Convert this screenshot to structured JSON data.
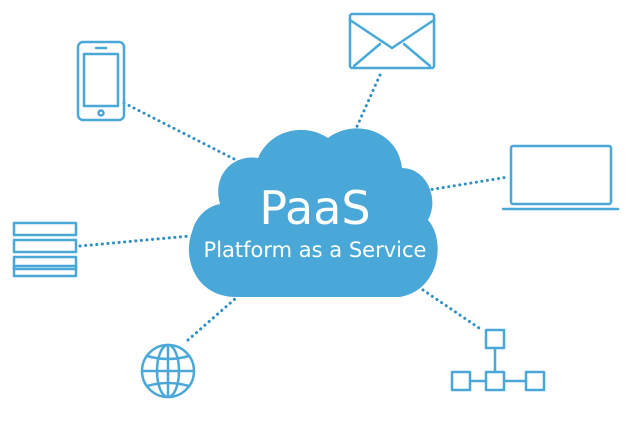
{
  "diagram": {
    "center": {
      "title": "PaaS",
      "subtitle": "Platform as a Service"
    },
    "nodes": [
      {
        "id": "mobile",
        "icon": "smartphone-icon"
      },
      {
        "id": "email",
        "icon": "envelope-icon"
      },
      {
        "id": "laptop",
        "icon": "laptop-icon"
      },
      {
        "id": "servers",
        "icon": "server-stack-icon"
      },
      {
        "id": "web",
        "icon": "globe-icon"
      },
      {
        "id": "network",
        "icon": "network-tree-icon"
      }
    ]
  },
  "colors": {
    "cloud": "#4aa8d8",
    "icons": "#4aa8d8",
    "connectors": "#2e8fc2",
    "background": "#ffffff"
  }
}
